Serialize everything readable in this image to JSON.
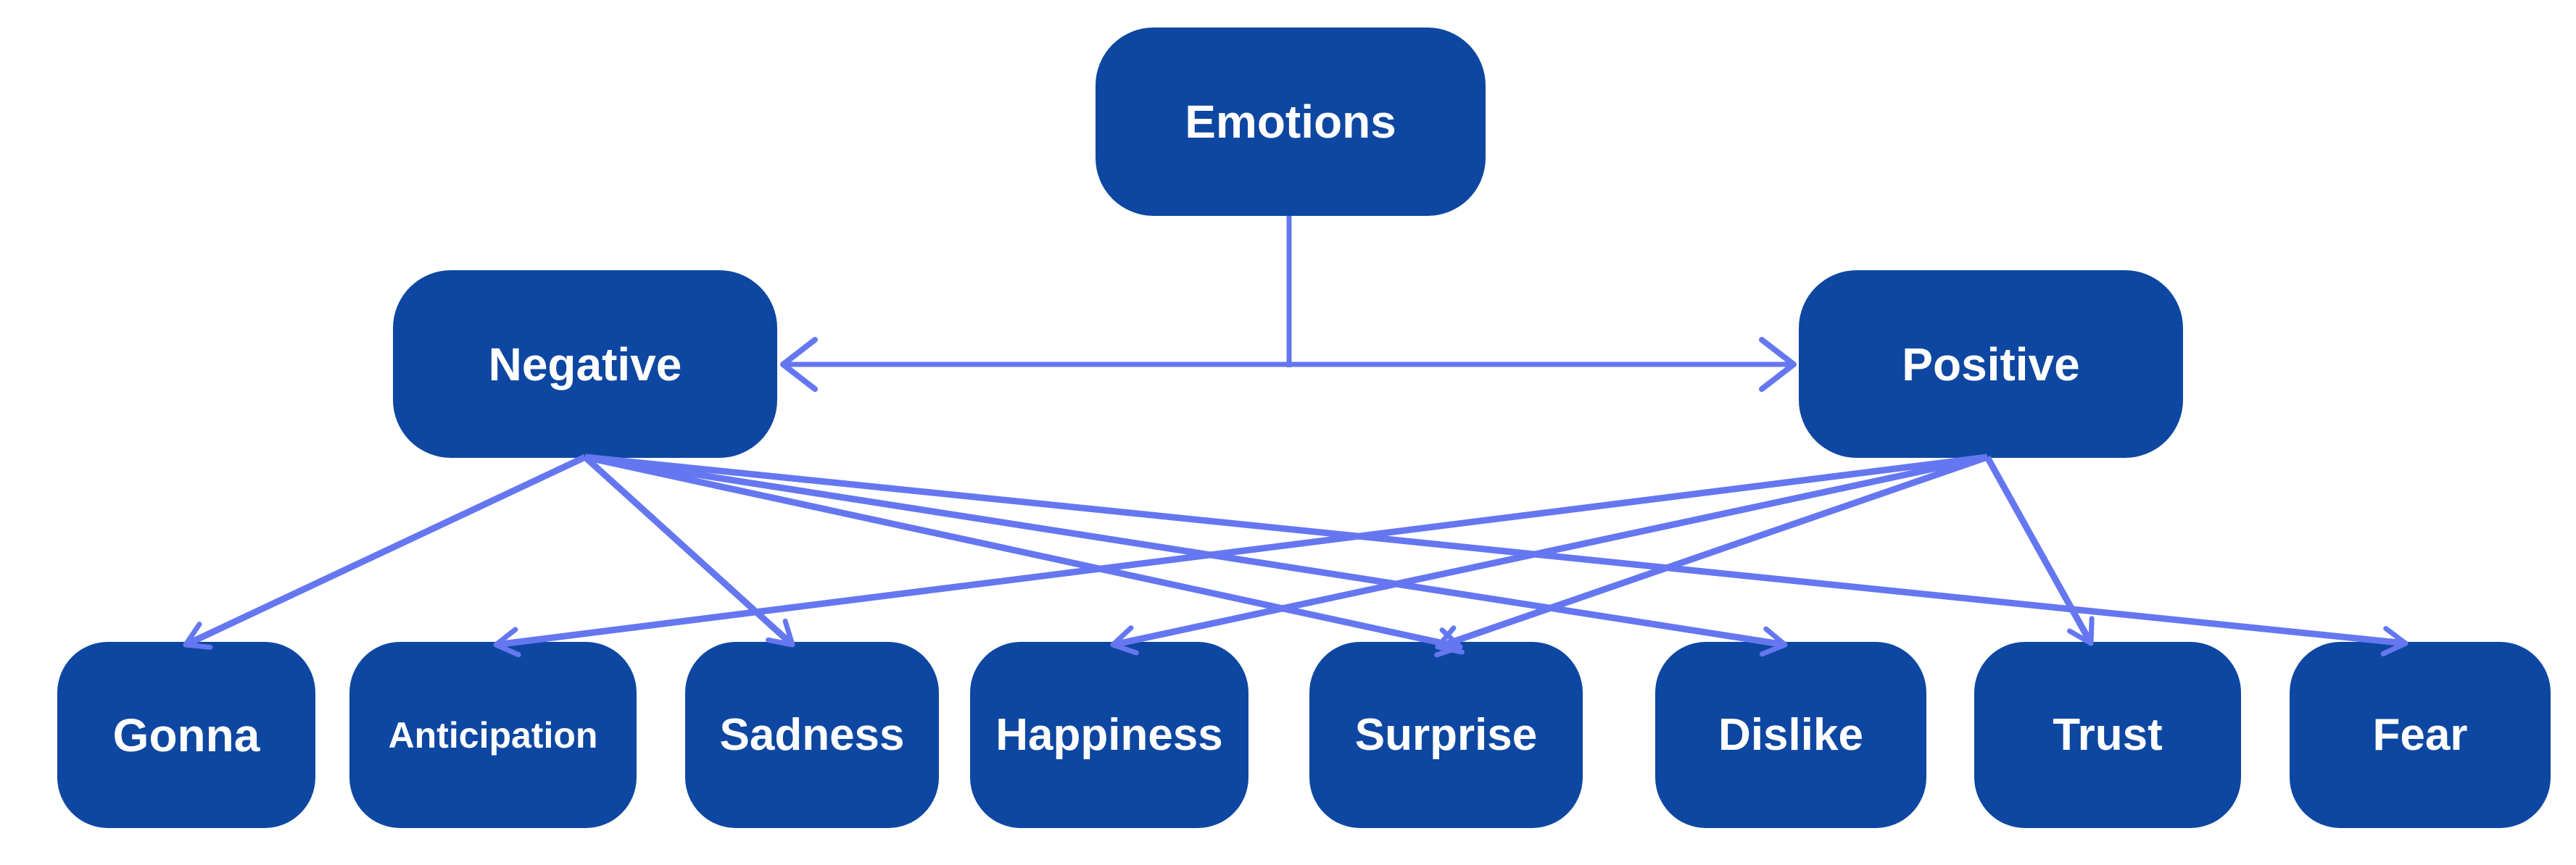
{
  "diagram": {
    "root": {
      "label": "Emotions"
    },
    "branches": {
      "negative": {
        "label": "Negative"
      },
      "positive": {
        "label": "Positive"
      }
    },
    "leaves": {
      "gonna": {
        "label": "Gonna"
      },
      "anticipation": {
        "label": "Anticipation"
      },
      "sadness": {
        "label": "Sadness"
      },
      "happiness": {
        "label": "Happiness"
      },
      "surprise": {
        "label": "Surprise"
      },
      "dislike": {
        "label": "Dislike"
      },
      "trust": {
        "label": "Trust"
      },
      "fear": {
        "label": "Fear"
      }
    },
    "edges": [
      {
        "from": "Emotions",
        "to": "Negative",
        "style": "arrow"
      },
      {
        "from": "Emotions",
        "to": "Positive",
        "style": "arrow"
      },
      {
        "from": "Negative",
        "to": "Gonna",
        "style": "arrow"
      },
      {
        "from": "Negative",
        "to": "Sadness",
        "style": "arrow"
      },
      {
        "from": "Negative",
        "to": "Surprise",
        "style": "arrow"
      },
      {
        "from": "Negative",
        "to": "Dislike",
        "style": "arrow"
      },
      {
        "from": "Negative",
        "to": "Fear",
        "style": "arrow"
      },
      {
        "from": "Positive",
        "to": "Anticipation",
        "style": "arrow"
      },
      {
        "from": "Positive",
        "to": "Happiness",
        "style": "arrow"
      },
      {
        "from": "Positive",
        "to": "Surprise",
        "style": "arrow"
      },
      {
        "from": "Positive",
        "to": "Trust",
        "style": "arrow"
      }
    ],
    "colors": {
      "node_fill": "#0e47a1",
      "edge": "#6577f0",
      "label": "#ffffff",
      "background": "#ffffff"
    }
  }
}
